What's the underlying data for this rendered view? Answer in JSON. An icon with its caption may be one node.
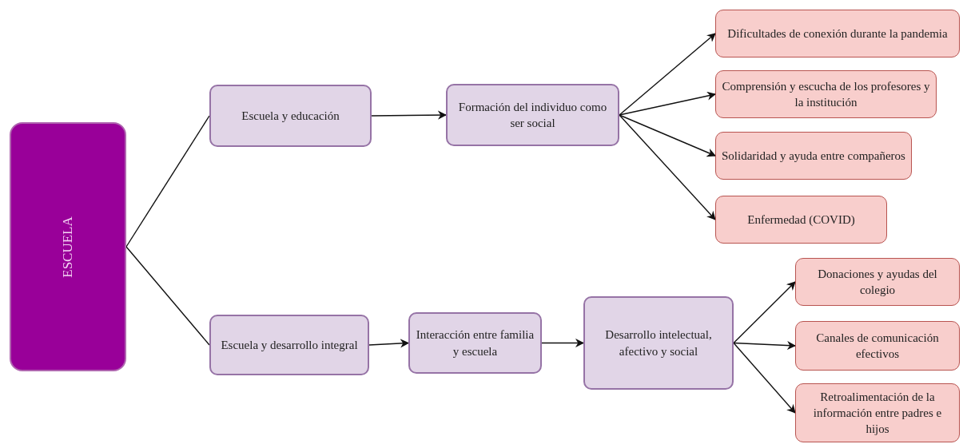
{
  "diagram": {
    "nodes": [
      {
        "text": [
          "ESCUELA"
        ]
      },
      {
        "text": [
          "Escuela y educación"
        ]
      },
      {
        "text": [
          "Formación del individuo como ser social"
        ]
      },
      {
        "text": [
          "Dificultades de conexión durante la pandemia"
        ]
      },
      {
        "text": [
          "Comprensión y escucha de los profesores y la institución"
        ]
      },
      {
        "text": [
          "Solidaridad y ayuda entre compañeros"
        ]
      },
      {
        "text": [
          "Enfermedad (COVID)"
        ]
      },
      {
        "text": [
          "Escuela y desarrollo integral"
        ]
      },
      {
        "text": [
          "Interacción entre familia y escuela"
        ]
      },
      {
        "text": [
          "Desarrollo intelectual, afectivo y social"
        ]
      },
      {
        "text": [
          "Donaciones y ayudas del colegio"
        ]
      },
      {
        "text": [
          "Canales de comunicación efectivos"
        ]
      },
      {
        "text": [
          "Retroalimentación de la información entre padres e hijos"
        ]
      }
    ],
    "edges": [
      {
        "from": 0,
        "to": 1,
        "arrow": "none"
      },
      {
        "from": 0,
        "to": 7,
        "arrow": "none"
      },
      {
        "from": 1,
        "to": 2,
        "arrow": "to"
      },
      {
        "from": 2,
        "to": 3,
        "arrow": "to"
      },
      {
        "from": 2,
        "to": 4,
        "arrow": "to"
      },
      {
        "from": 2,
        "to": 5,
        "arrow": "to"
      },
      {
        "from": 2,
        "to": 6,
        "arrow": "to"
      },
      {
        "from": 7,
        "to": 8,
        "arrow": "to"
      },
      {
        "from": 8,
        "to": 9,
        "arrow": "to"
      },
      {
        "from": 9,
        "to": 10,
        "arrow": "to"
      },
      {
        "from": 9,
        "to": 11,
        "arrow": "to"
      },
      {
        "from": 9,
        "to": 12,
        "arrow": "to"
      }
    ]
  }
}
